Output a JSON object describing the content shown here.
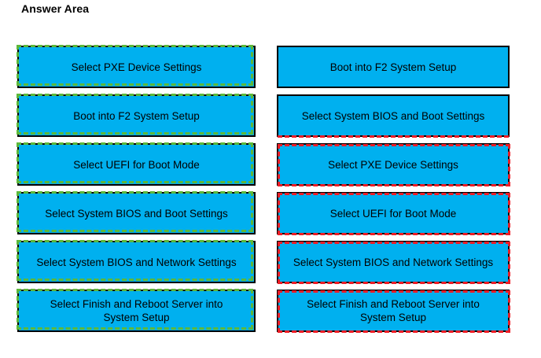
{
  "page": {
    "title": "Answer Area",
    "background_color": "#ffffff"
  },
  "colors": {
    "box_fill": "#00b0ef",
    "box_border": "#000000",
    "selection_green": "#5cb83a",
    "selection_red": "#ee1c25",
    "text": "#000000"
  },
  "columns": [
    {
      "name": "source-column",
      "side": "left",
      "items": [
        {
          "label": "Select PXE Device Settings",
          "marker": "green"
        },
        {
          "label": "Boot into F2 System Setup",
          "marker": "green"
        },
        {
          "label": "Select UEFI for Boot Mode",
          "marker": "green"
        },
        {
          "label": "Select System BIOS and Boot Settings",
          "marker": "green"
        },
        {
          "label": "Select System BIOS and Network Settings",
          "marker": "green"
        },
        {
          "label": "Select Finish and Reboot Server into\nSystem Setup",
          "marker": "green"
        }
      ]
    },
    {
      "name": "answer-column",
      "side": "right",
      "items": [
        {
          "label": "Boot into F2 System Setup",
          "marker": "none"
        },
        {
          "label": "Select System BIOS and Boot Settings",
          "marker": "red-bottom"
        },
        {
          "label": "Select PXE Device Settings",
          "marker": "red"
        },
        {
          "label": "Select UEFI for Boot Mode",
          "marker": "red"
        },
        {
          "label": "Select System BIOS and Network Settings",
          "marker": "red"
        },
        {
          "label": "Select Finish and Reboot Server into\nSystem Setup",
          "marker": "red"
        }
      ]
    }
  ]
}
